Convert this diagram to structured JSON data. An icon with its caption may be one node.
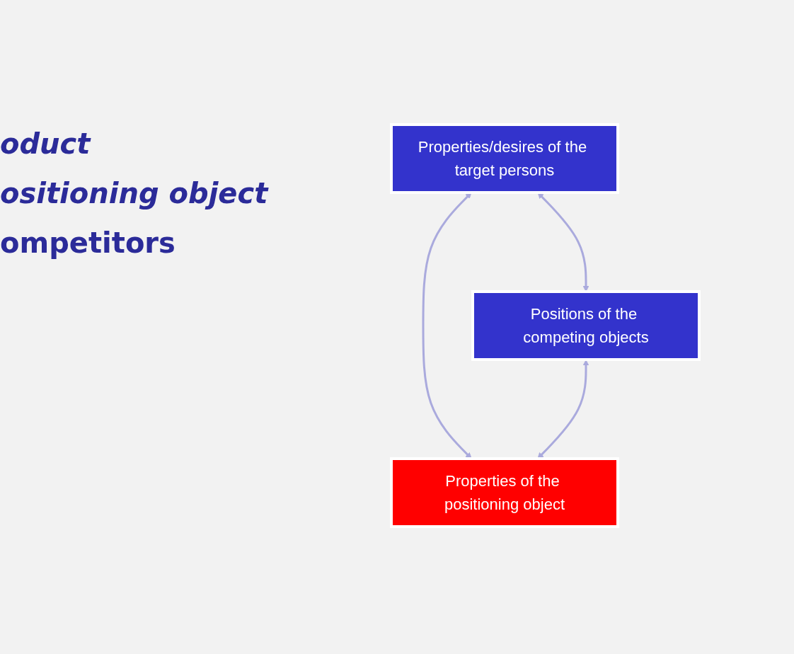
{
  "diagram": {
    "nodes": [
      {
        "text": [
          "Properties/desires of the target persons"
        ]
      },
      {
        "text": [
          "Positions of the competing objects"
        ]
      },
      {
        "text": [
          "Properties of the positioning object"
        ]
      }
    ],
    "edges": [
      {
        "from": 0,
        "to": 1,
        "arrow": "both"
      },
      {
        "from": 0,
        "to": 2,
        "arrow": "both"
      },
      {
        "from": 1,
        "to": 2,
        "arrow": "both"
      }
    ],
    "labels": [
      "oduct",
      "ositioning object",
      "ompetitors"
    ]
  }
}
